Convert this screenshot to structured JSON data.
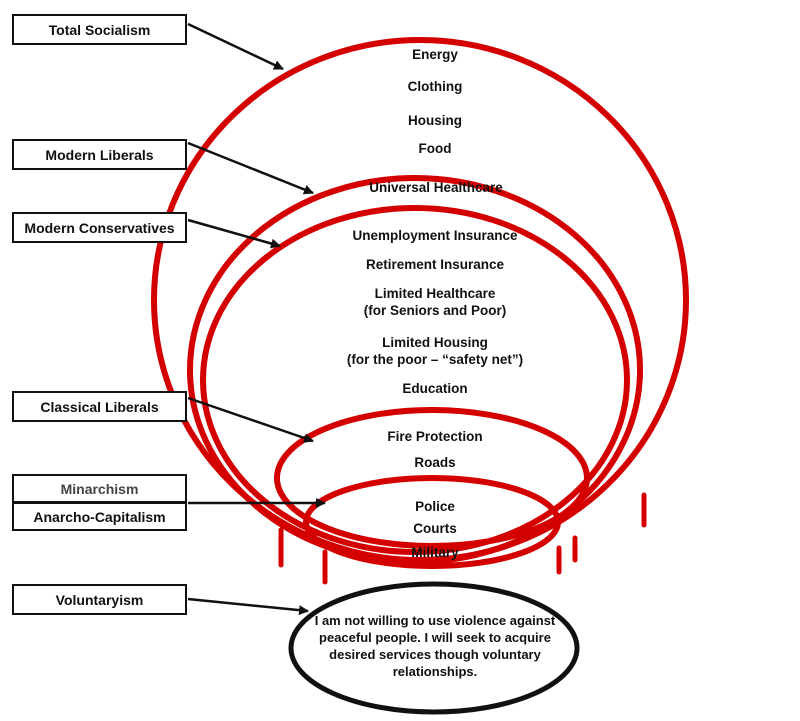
{
  "colors": {
    "circle": "#d40000",
    "outline": "#111111",
    "background": "#ffffff"
  },
  "labels": {
    "total_socialism": "Total Socialism",
    "modern_liberals": "Modern Liberals",
    "modern_conservatives": "Modern Conservatives",
    "classical_liberals": "Classical Liberals",
    "minarchism": "Minarchism",
    "anarcho_capitalism": "Anarcho-Capitalism",
    "voluntaryism": "Voluntaryism"
  },
  "services": {
    "energy": "Energy",
    "clothing": "Clothing",
    "housing": "Housing",
    "food": "Food",
    "universal_healthcare": "Universal Healthcare",
    "unemployment_insurance": "Unemployment Insurance",
    "retirement_insurance": "Retirement Insurance",
    "limited_healthcare_1": "Limited Healthcare",
    "limited_healthcare_2": "(for Seniors and Poor)",
    "limited_housing_1": "Limited Housing",
    "limited_housing_2": "(for the poor – “safety net”)",
    "education": "Education",
    "fire_protection": "Fire Protection",
    "roads": "Roads",
    "police": "Police",
    "courts": "Courts",
    "military": "Military"
  },
  "voluntaryism_text": "I am not willing to use violence against peaceful people. I will seek to acquire desired services though voluntary relationships."
}
